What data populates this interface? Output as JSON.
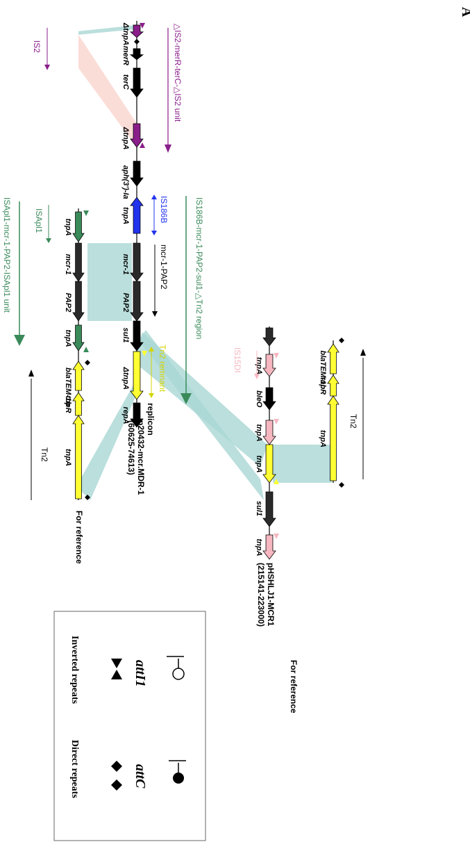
{
  "panel_letter": "A",
  "colors": {
    "black": "#000000",
    "dark": "#2a2a2a",
    "purple": "#8a1e8a",
    "blue": "#2233ee",
    "green": "#3a8a5a",
    "yellow": "#ffff33",
    "pink": "#f6b7c1",
    "teal_band": "#a9d7d5",
    "pink_band": "#f9cfc7",
    "ivory": "#f0e68c"
  },
  "sequences": {
    "p20432": {
      "name": "p20432-mcr.MDR-1",
      "range": "(60625-74613)",
      "replicon_label": "replicon",
      "genes": [
        {
          "id": "g1",
          "label": "ΔtnpA",
          "color": "purple"
        },
        {
          "id": "g2",
          "label": "merR",
          "color": "black"
        },
        {
          "id": "g3",
          "label": "terC",
          "color": "black"
        },
        {
          "id": "g4",
          "label": "ΔtnpA",
          "color": "purple"
        },
        {
          "id": "g5",
          "label": "aph(3')-Ia",
          "color": "black"
        },
        {
          "id": "g6",
          "label": "tnpA",
          "color": "blue"
        },
        {
          "id": "g7",
          "label": "mcr-1",
          "color": "dark"
        },
        {
          "id": "g8",
          "label": "PAP2",
          "color": "dark"
        },
        {
          "id": "g9",
          "label": "sul1",
          "color": "black"
        },
        {
          "id": "g10",
          "label": "ΔtnpA",
          "color": "yellow"
        },
        {
          "id": "g11",
          "label": "repA",
          "color": "black"
        }
      ]
    },
    "pHSHLJ1": {
      "name": "pHSHLJ1-MCR1",
      "range": "(215141-223000)",
      "footer": "For reference",
      "genes": [
        {
          "id": "h1",
          "label": "tnpA",
          "color": "pink"
        },
        {
          "id": "h2",
          "label": "bleO",
          "color": "black"
        },
        {
          "id": "h3",
          "label": "tnpA",
          "color": "pink"
        },
        {
          "id": "h4",
          "label": "tnpA",
          "color": "yellow"
        },
        {
          "id": "h5",
          "label": "sul1",
          "color": "dark"
        },
        {
          "id": "h6",
          "label": "tnpA",
          "color": "pink"
        }
      ]
    },
    "tn2_upper": {
      "genes": [
        {
          "id": "t1",
          "label": "blaTEM-1b",
          "color": "yellow"
        },
        {
          "id": "t2",
          "label": "tnpR",
          "color": "yellow"
        },
        {
          "id": "t3",
          "label": "tnpA",
          "color": "yellow"
        }
      ]
    },
    "isapl1_ref": {
      "footer": "For reference",
      "genes": [
        {
          "id": "r1",
          "label": "tnpA",
          "color": "green"
        },
        {
          "id": "r2",
          "label": "mcr-1",
          "color": "dark"
        },
        {
          "id": "r3",
          "label": "PAP2",
          "color": "dark"
        },
        {
          "id": "r4",
          "label": "tnpA",
          "color": "green"
        },
        {
          "id": "r5",
          "label": "blaTEM-1b",
          "color": "yellow"
        },
        {
          "id": "r6",
          "label": "tnpR",
          "color": "yellow"
        },
        {
          "id": "r7",
          "label": "tnpA",
          "color": "yellow"
        }
      ]
    }
  },
  "annotations": {
    "is2": "IS2",
    "is2_unit": "△IS2-merR-terC-△IS2 unit",
    "is186b": "IS186B",
    "mcr_pap2": "mcr-1-PAP2",
    "tn2_remnant": "Tn2 remnant",
    "is186b_region": "IS186B-mcr-1-PAP2-sul1-△Tn2 region",
    "isapl1": "ISApl1",
    "isapl1_unit": "ISApl1-mcr-1-PAP2-ISApl1 unit",
    "tn2_lower": "Tn2",
    "tn2_upper": "Tn2",
    "is15di": "IS15DI"
  },
  "legend": {
    "att1": "attI1",
    "attc": "attC",
    "inverted": "Inverted repeats",
    "direct": "Direct repeats"
  }
}
